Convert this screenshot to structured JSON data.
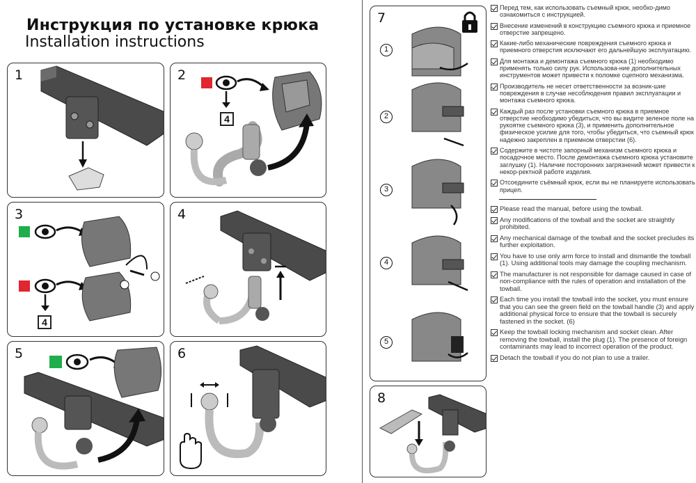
{
  "titles": {
    "ru": "Инструкция по установке крюка",
    "en": "Installation instructions"
  },
  "panels": {
    "p1": "1",
    "p2": "2",
    "p3": "3",
    "p4": "4",
    "p5": "5",
    "p6": "6",
    "p7": "7",
    "p8": "8"
  },
  "markers": {
    "box4": "4",
    "circle1": "1",
    "circle2": "2",
    "steps7": [
      "1",
      "2",
      "3",
      "4",
      "5"
    ]
  },
  "icons": [
    "lock-icon",
    "eye-icon",
    "hand-icon",
    "check-icon"
  ],
  "colors": {
    "green": "#1fae4b",
    "red": "#e0262e"
  },
  "rules_ru": [
    "Перед тем, как использовать съемный крюк, необхо-димо ознакомиться с инструкцией.",
    "Внесение изменений в конструкцию съемного крюка и приемное отверстие запрещено.",
    "Какие-либо механические повреждения съемного крюка и приемного отверстия исключают его дальнейшую эксплуатацию.",
    "Для монтажа и демонтажа съемного крюка (1) необходимо применять только силу рук. Использова-ние дополнительных инструментов может привести к поломке сцепного механизма.",
    "Производитель не несет ответственности за возник-шие повреждения в случае несоблюдения правил эксплуатации и монтажа съемного крюка.",
    "Каждый раз после установки съемного крюка в приемное отверстие необходимо убедиться, что вы видите зеленое поле на рукоятке съемного крюка (3), и применить дополнительное физическое усилие для того, чтобы убедиться, что съемный крюк надежно закреплен в приемном отверстии (6).",
    "Содержите в чистоте запорный механизм съемного крюка и посадочное место. После демонтажа съемного крюка установите заглушку (1). Наличие посторонних загрязнений может привести к некор-ректной работе изделия.",
    "Отсоедините съёмный крюк, если вы не планируете использовать прицеп."
  ],
  "rules_en": [
    "Please read the manual, before using the towball.",
    "Any modifications of the towball and the socket are straightly prohibited.",
    "Any mechanical damage of the towball and the socket precludes its further exploitation.",
    "You have to use only arm force to install and dismantle the towball (1). Using additional tools may damage the coupling mechanism.",
    "The manufacturer is not responsible for damage caused in case of non-compliance with the rules of operation and installation of the towball.",
    "Each time you install the towball into the socket, you must ensure that you can see the green field on the towball handle (3) and apply additional physical force to ensure that the towball is securely fastened in the socket. (6)",
    "Keep the towball locking mechanism and socket clean. After removing the towball, install the plug (1). The presence of foreign contaminants may lead to incorrect operation of the product.",
    "Detach the towball if you do not plan to use a trailer."
  ]
}
